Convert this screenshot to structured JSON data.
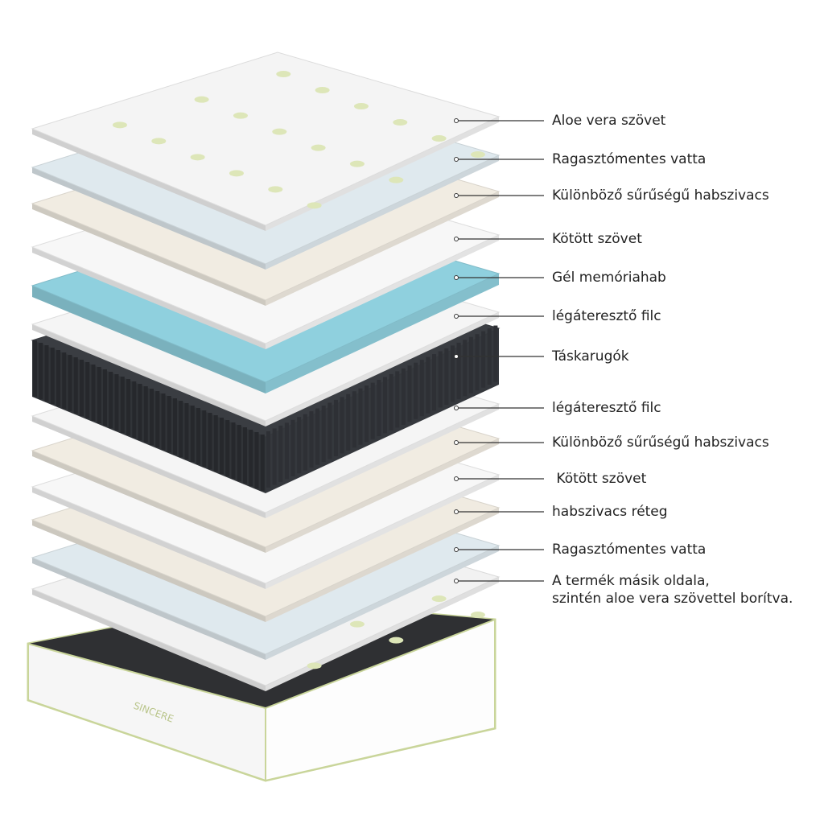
{
  "brand": "SINCERE",
  "colors": {
    "line": "#333333",
    "text": "#222222"
  },
  "layers": [
    {
      "label": "Aloe vera szövet",
      "fill": "#f4f4f4",
      "kind": "aloe"
    },
    {
      "label": "Ragasztómentes vatta",
      "fill": "#dfe9ee",
      "kind": "plain"
    },
    {
      "label": "Különböző sűrűségű habszivacs",
      "fill": "#f1ece2",
      "kind": "plain"
    },
    {
      "label": "Kötött szövet",
      "fill": "#f7f7f7",
      "kind": "plain"
    },
    {
      "label": "Gél memóriahab",
      "fill": "#8fd0de",
      "kind": "gel"
    },
    {
      "label": "légáteresztő filc",
      "fill": "#f5f5f5",
      "kind": "plain"
    },
    {
      "label": "Táskarugók",
      "fill": "#3a3d42",
      "kind": "springs"
    },
    {
      "label": "légáteresztő filc",
      "fill": "#f5f5f5",
      "kind": "plain"
    },
    {
      "label": "Különböző sűrűségű habszivacs",
      "fill": "#f1ece2",
      "kind": "plain"
    },
    {
      "label": " Kötött szövet",
      "fill": "#f7f7f7",
      "kind": "plain"
    },
    {
      "label": "habszivacs réteg",
      "fill": "#f0ebe1",
      "kind": "plain"
    },
    {
      "label": "Ragasztómentes vatta",
      "fill": "#dfe9ee",
      "kind": "plain"
    },
    {
      "label": "A termék másik oldala,\nszintén aloe vera szövettel borítva.",
      "fill": "#f2f2f2",
      "kind": "aloe"
    }
  ]
}
